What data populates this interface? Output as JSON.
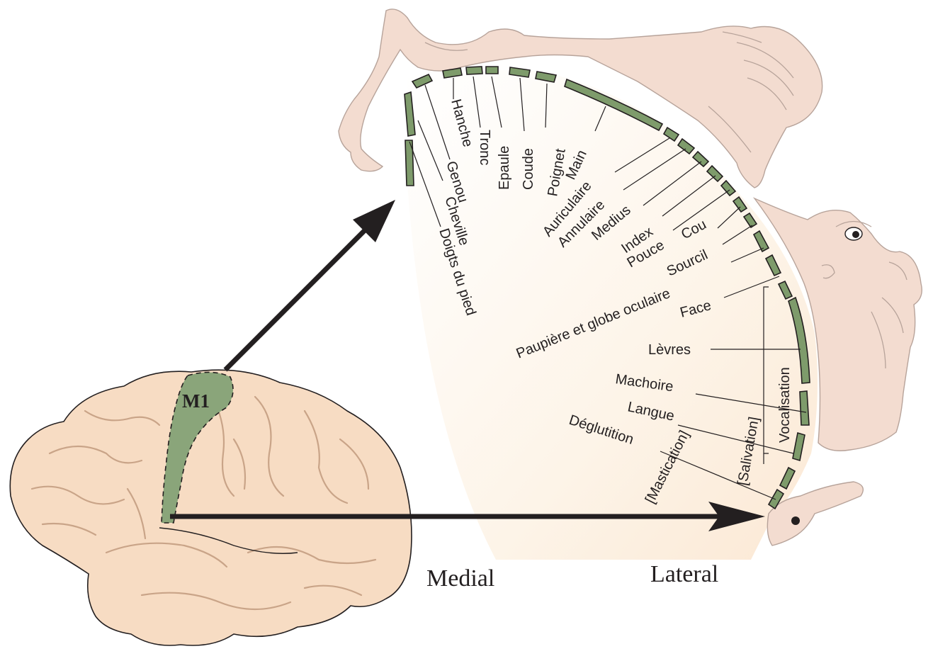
{
  "brain": {
    "region_label": "M1"
  },
  "axis": {
    "medial": "Medial",
    "lateral": "Lateral"
  },
  "body_parts": [
    "Hanche",
    "Tronc",
    "Epaule",
    "Coude",
    "Poignet",
    "Main",
    "Genou",
    "Cheville",
    "Doigts du pied",
    "Auriculaire",
    "Annulaire",
    "Medius",
    "Index",
    "Pouce",
    "Cou",
    "Sourcil",
    "Paupière et globe oculaire",
    "Face",
    "Lèvres",
    "Machoire",
    "Langue",
    "Déglutition"
  ],
  "functions": {
    "vocalisation": "Vocalisation",
    "salivation": "[Salivation]",
    "mastication": "[Mastication]"
  },
  "colors": {
    "cortex_green": "#7e9b6b",
    "fan_fill": "#fdf1e3",
    "brain_fill": "#f7dcc3",
    "homunculus_skin": "#f3dcd0"
  }
}
